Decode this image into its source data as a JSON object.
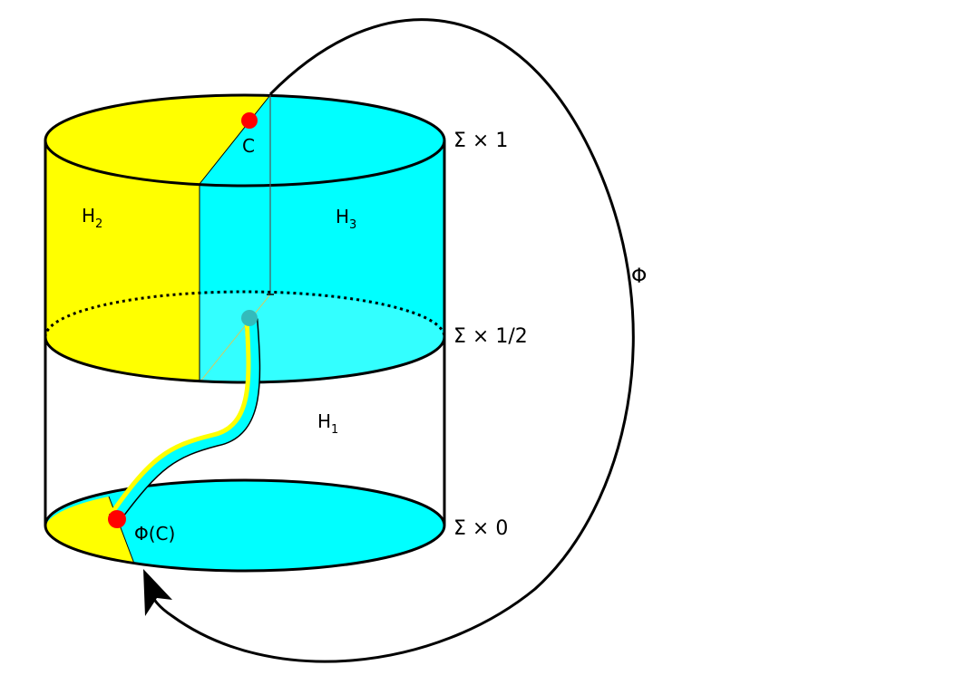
{
  "labels": {
    "level_top": "Σ × 1",
    "level_mid": "Σ × 1/2",
    "level_bottom": "Σ × 0",
    "map": "Φ",
    "curve": "C",
    "image_curve": "Φ(C)",
    "h2_base": "H",
    "h2_sub": "2",
    "h3_base": "H",
    "h3_sub": "3",
    "h1_base": "H",
    "h1_sub": "1"
  },
  "colors": {
    "yellow": "#ffff00",
    "cyan": "#00ffff",
    "light_cyan": "#33ffff",
    "point": "#ff0000",
    "point_faded": "#33bbbb",
    "stroke": "#000000"
  }
}
